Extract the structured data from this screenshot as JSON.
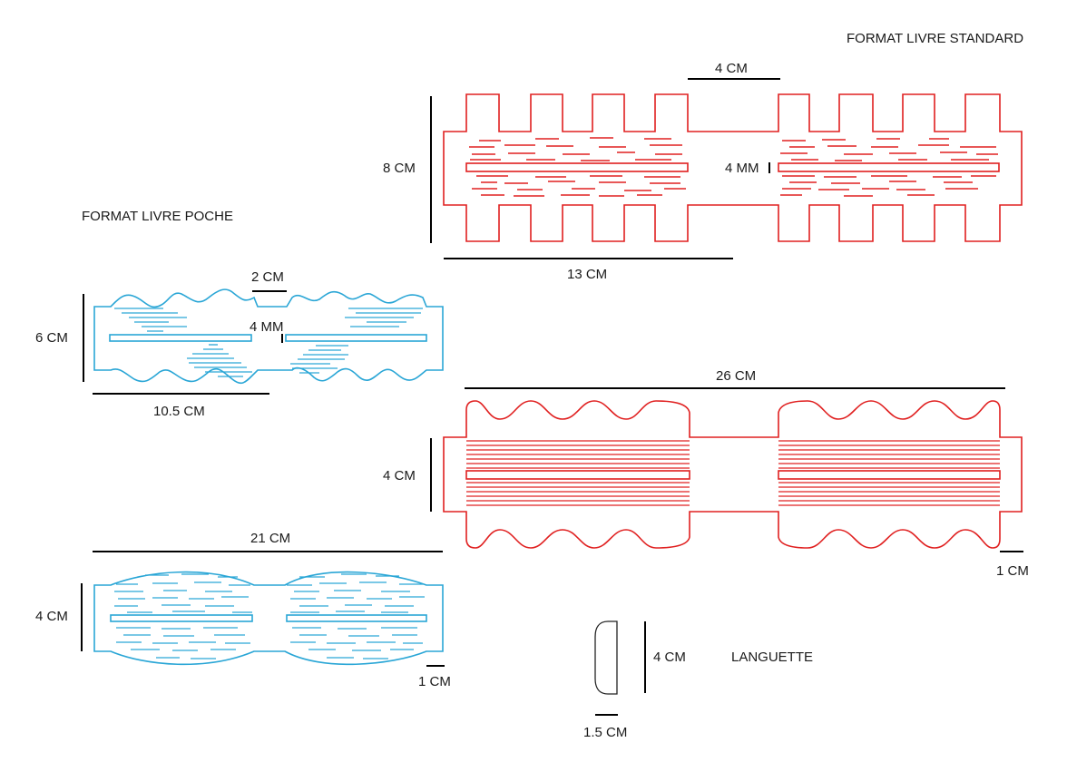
{
  "labels": {
    "standard_title": "FORMAT LIVRE STANDARD",
    "poche_title": "FORMAT LIVRE POCHE",
    "languette_title": "LANGUETTE",
    "std_top_gap": "4 CM",
    "std_height": "8 CM",
    "std_slot": "4 MM",
    "std_half_width": "13 CM",
    "std2_width": "26 CM",
    "std2_height": "4 CM",
    "std2_margin": "1 CM",
    "poche_gap": "2 CM",
    "poche_slot": "4 MM",
    "poche_height": "6 CM",
    "poche_half_width": "10.5 CM",
    "poche2_width": "21 CM",
    "poche2_height": "4 CM",
    "poche2_margin": "1 CM",
    "tab_height": "4 CM",
    "tab_width": "1.5 CM"
  },
  "colors": {
    "standard": "#e02020",
    "poche": "#2aa6d6",
    "dimension": "#000000"
  }
}
